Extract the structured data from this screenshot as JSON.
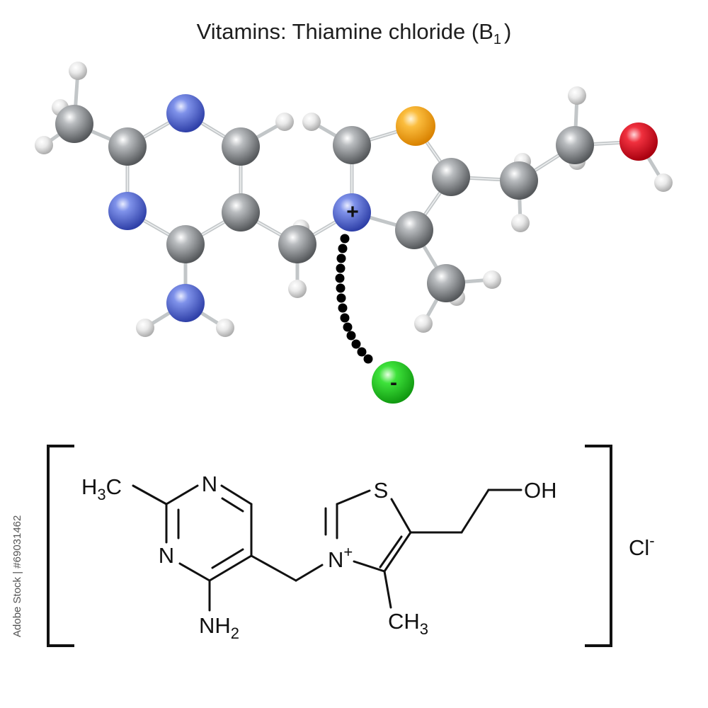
{
  "title": {
    "prefix": "Vitamins: Thiamine chloride (B",
    "subscript": "1",
    "suffix": ")"
  },
  "model_3d": {
    "cation_charge": "+",
    "anion_charge": "-",
    "colors": {
      "carbon": "#8e9194",
      "nitrogen": "#5a6ed6",
      "sulfur": "#f5a623",
      "oxygen": "#e8192c",
      "hydrogen": "#e6e6e6",
      "chloride": "#2bd12b"
    }
  },
  "structural_formula": {
    "methyl_left": {
      "main": "H",
      "sub": "3",
      "tail": "C"
    },
    "n_top": "N",
    "n_left": "N",
    "amine": {
      "main": "NH",
      "sub": "2"
    },
    "n_plus": {
      "main": "N",
      "sup": "+"
    },
    "sulfur": "S",
    "hydroxyl": "OH",
    "methyl_bottom": {
      "main": "CH",
      "sub": "3"
    },
    "counter_ion": {
      "main": "Cl",
      "sup": "-"
    }
  },
  "credit": "Adobe Stock | #69031462"
}
